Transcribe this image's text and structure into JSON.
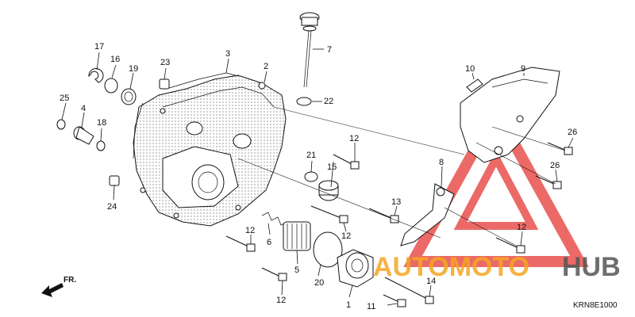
{
  "labels": {
    "p1": "1",
    "p2": "2",
    "p3": "3",
    "p4": "4",
    "p5": "5",
    "p6": "6",
    "p7": "7",
    "p8": "8",
    "p9": "9",
    "p10": "10",
    "p11": "11",
    "p12a": "12",
    "p12b": "12",
    "p12c": "12",
    "p12d": "12",
    "p12e": "12",
    "p13": "13",
    "p14": "14",
    "p15": "15",
    "p16": "16",
    "p17": "17",
    "p18": "18",
    "p19": "19",
    "p20": "20",
    "p21": "21",
    "p22": "22",
    "p23": "23",
    "p24": "24",
    "p25": "25",
    "p26a": "26",
    "p26b": "26"
  },
  "diagram_code": "KRN8E1000",
  "direction_label": "FR.",
  "watermark": {
    "part_a": "AUTOMOTO",
    "part_b": "HUB",
    "accent": "#f5a623",
    "logo_color": "#e53935"
  }
}
